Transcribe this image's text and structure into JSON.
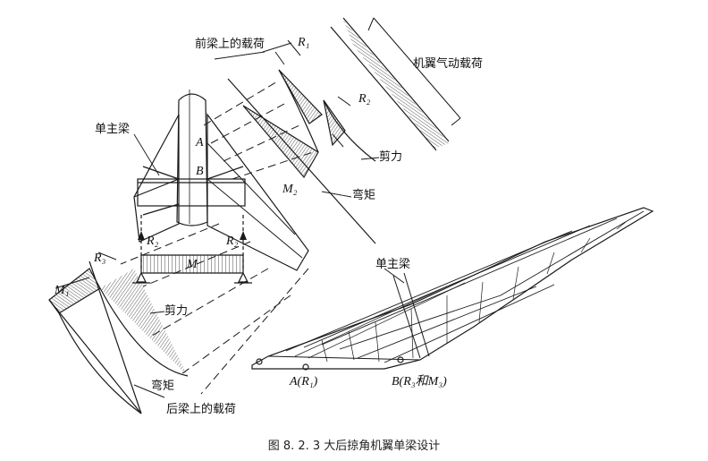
{
  "labels": {
    "front_spar_load": "前梁上的载荷",
    "wing_aero_load": "机翼气动载荷",
    "single_spar_left": "单主梁",
    "shear_upper": "剪力",
    "moment_upper": "弯矩",
    "single_spar_right": "单主梁",
    "shear_lower": "剪力",
    "moment_lower": "弯矩",
    "rear_spar_load": "后梁上的载荷"
  },
  "symbols": {
    "r1": "R₁",
    "r2_upper": "R₂",
    "m2": "M₂",
    "a": "A",
    "b": "B",
    "r2_left": "R₂",
    "r2_right": "R₂",
    "m": "M",
    "r3": "R₃",
    "m1": "M₁",
    "a_r1": "A(R₁)",
    "b_r3_m3": "B(R₃和M₃)"
  },
  "caption": "图 8. 2. 3    大后掠角机翼单梁设计"
}
